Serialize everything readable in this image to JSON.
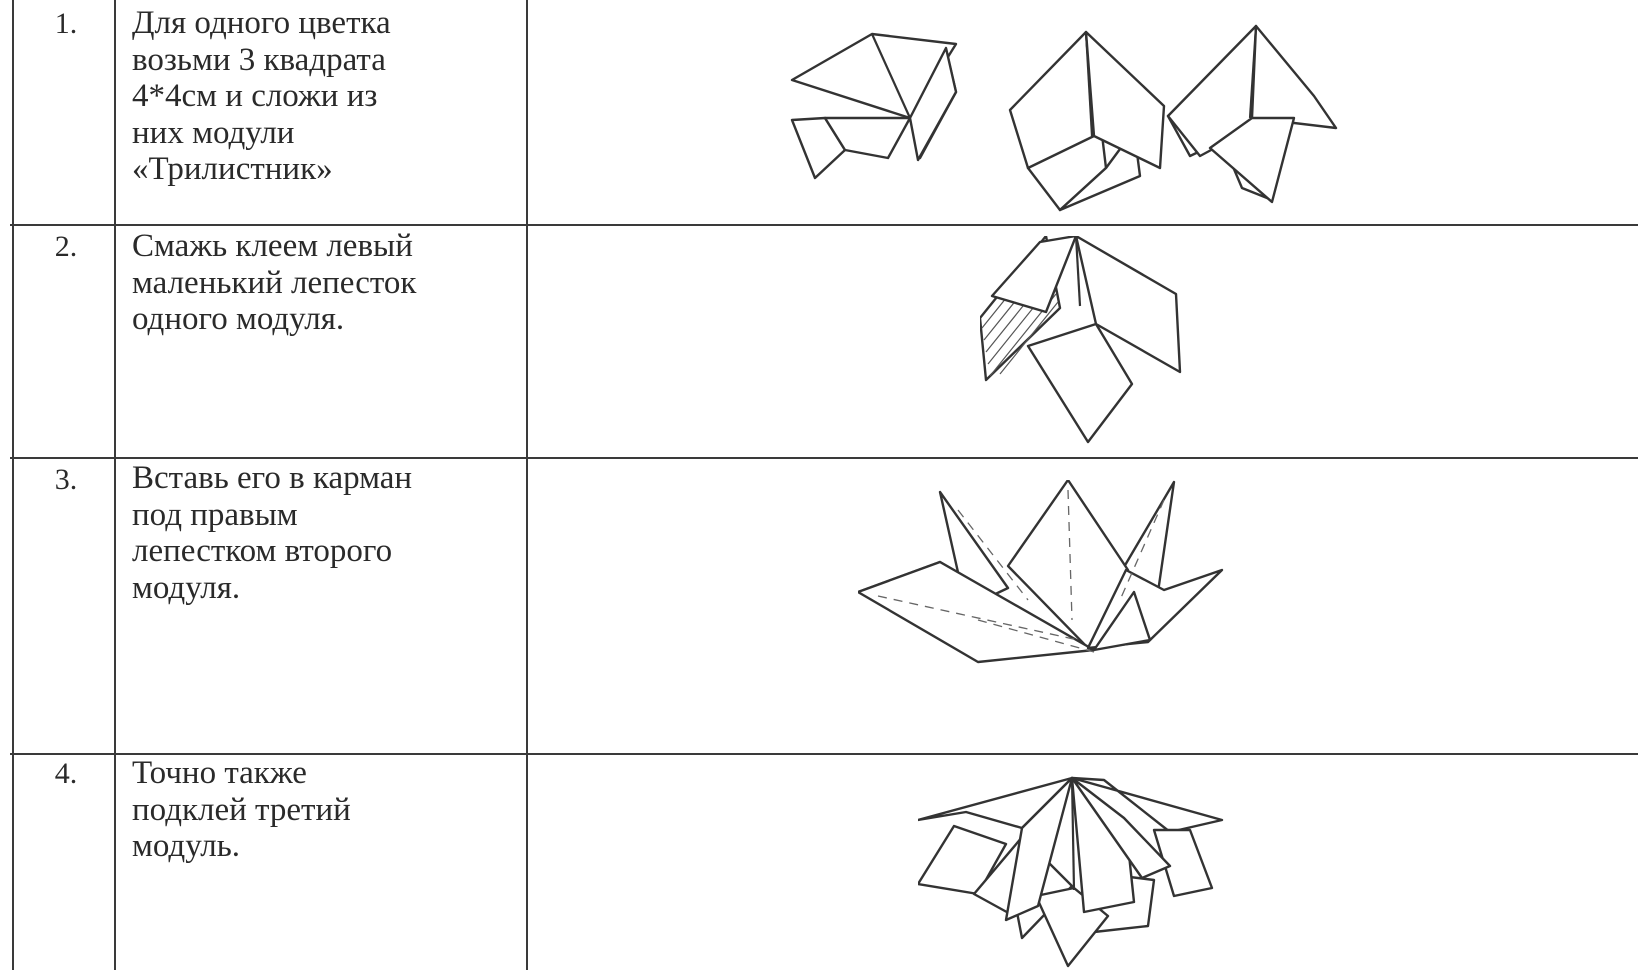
{
  "steps": [
    {
      "number": "1.",
      "lines": [
        "Для одного цветка",
        "возьми 3  квадрата",
        "4*4см  и сложи  из",
        "них модули",
        "«Трилистник»"
      ],
      "illustration_icon": "three-trefoil-modules-icon"
    },
    {
      "number": "2.",
      "lines": [
        "Смажь клеем левый",
        "маленький лепесток",
        "одного модуля."
      ],
      "illustration_icon": "glued-module-icon"
    },
    {
      "number": "3.",
      "lines": [
        "Вставь его в карман",
        "под правым",
        "лепестком второго",
        "модуля."
      ],
      "illustration_icon": "two-joined-modules-icon"
    },
    {
      "number": "4.",
      "lines": [
        "Точно также",
        "подклей третий",
        "модуль."
      ],
      "illustration_icon": "finished-flower-icon"
    }
  ],
  "colors": {
    "ink": "#333333",
    "paper": "#ffffff",
    "text": "#2a2a2a"
  }
}
